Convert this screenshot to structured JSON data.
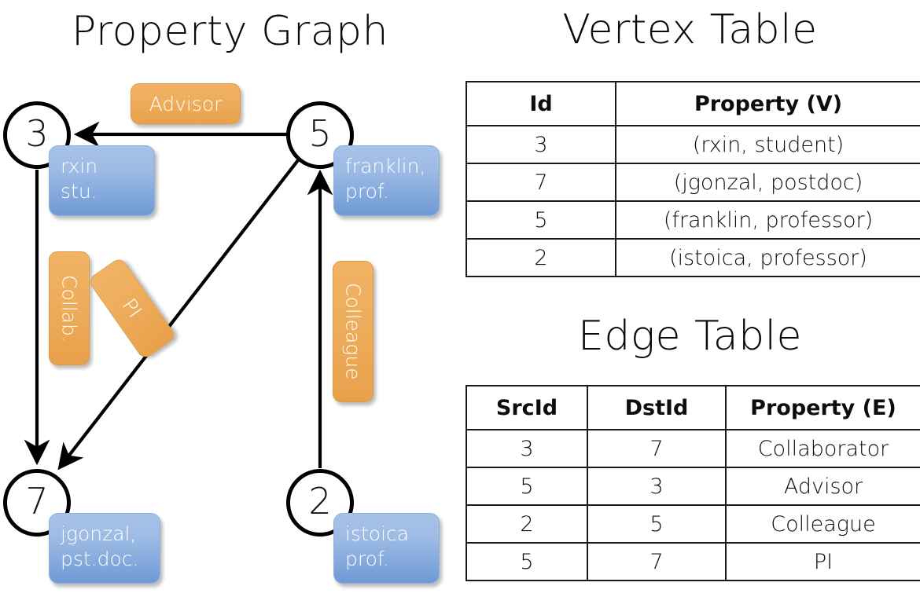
{
  "titles": {
    "graph": "Property Graph",
    "vertex": "Vertex Table",
    "edge": "Edge Table"
  },
  "colors": {
    "vertex_property_fill": "#ccd9ee",
    "edge_property_fill": "#f7dfc4",
    "node_box_blue": "#6f9ad6",
    "edge_label_orange": "#e9a04a",
    "stroke": "#000000",
    "background": "#ffffff"
  },
  "graph": {
    "nodes": [
      {
        "id": "3",
        "prop_line1": "rxin",
        "prop_line2": "stu."
      },
      {
        "id": "5",
        "prop_line1": "franklin,",
        "prop_line2": "prof."
      },
      {
        "id": "7",
        "prop_line1": "jgonzal,",
        "prop_line2": "pst.doc."
      },
      {
        "id": "2",
        "prop_line1": "istoica",
        "prop_line2": "prof."
      }
    ],
    "edge_labels": [
      {
        "key": "advisor",
        "text": "Advisor",
        "orientation": "horizontal"
      },
      {
        "key": "collab",
        "text": "Collab.",
        "orientation": "vertical"
      },
      {
        "key": "pi",
        "text": "PI",
        "orientation": "vertical-rotated"
      },
      {
        "key": "colleague",
        "text": "Colleague",
        "orientation": "vertical"
      }
    ],
    "edges": [
      {
        "src": "5",
        "dst": "3",
        "label": "Advisor"
      },
      {
        "src": "3",
        "dst": "7",
        "label": "Collab."
      },
      {
        "src": "5",
        "dst": "7",
        "label": "PI"
      },
      {
        "src": "2",
        "dst": "5",
        "label": "Colleague"
      }
    ]
  },
  "vertex_table": {
    "columns": [
      "Id",
      "Property (V)"
    ],
    "rows": [
      {
        "id": "3",
        "property": "(rxin, student)"
      },
      {
        "id": "7",
        "property": "(jgonzal, postdoc)"
      },
      {
        "id": "5",
        "property": "(franklin, professor)"
      },
      {
        "id": "2",
        "property": "(istoica, professor)"
      }
    ]
  },
  "edge_table": {
    "columns": [
      "SrcId",
      "DstId",
      "Property (E)"
    ],
    "rows": [
      {
        "src": "3",
        "dst": "7",
        "property": "Collaborator"
      },
      {
        "src": "5",
        "dst": "3",
        "property": "Advisor"
      },
      {
        "src": "2",
        "dst": "5",
        "property": "Colleague"
      },
      {
        "src": "5",
        "dst": "7",
        "property": "PI"
      }
    ]
  }
}
